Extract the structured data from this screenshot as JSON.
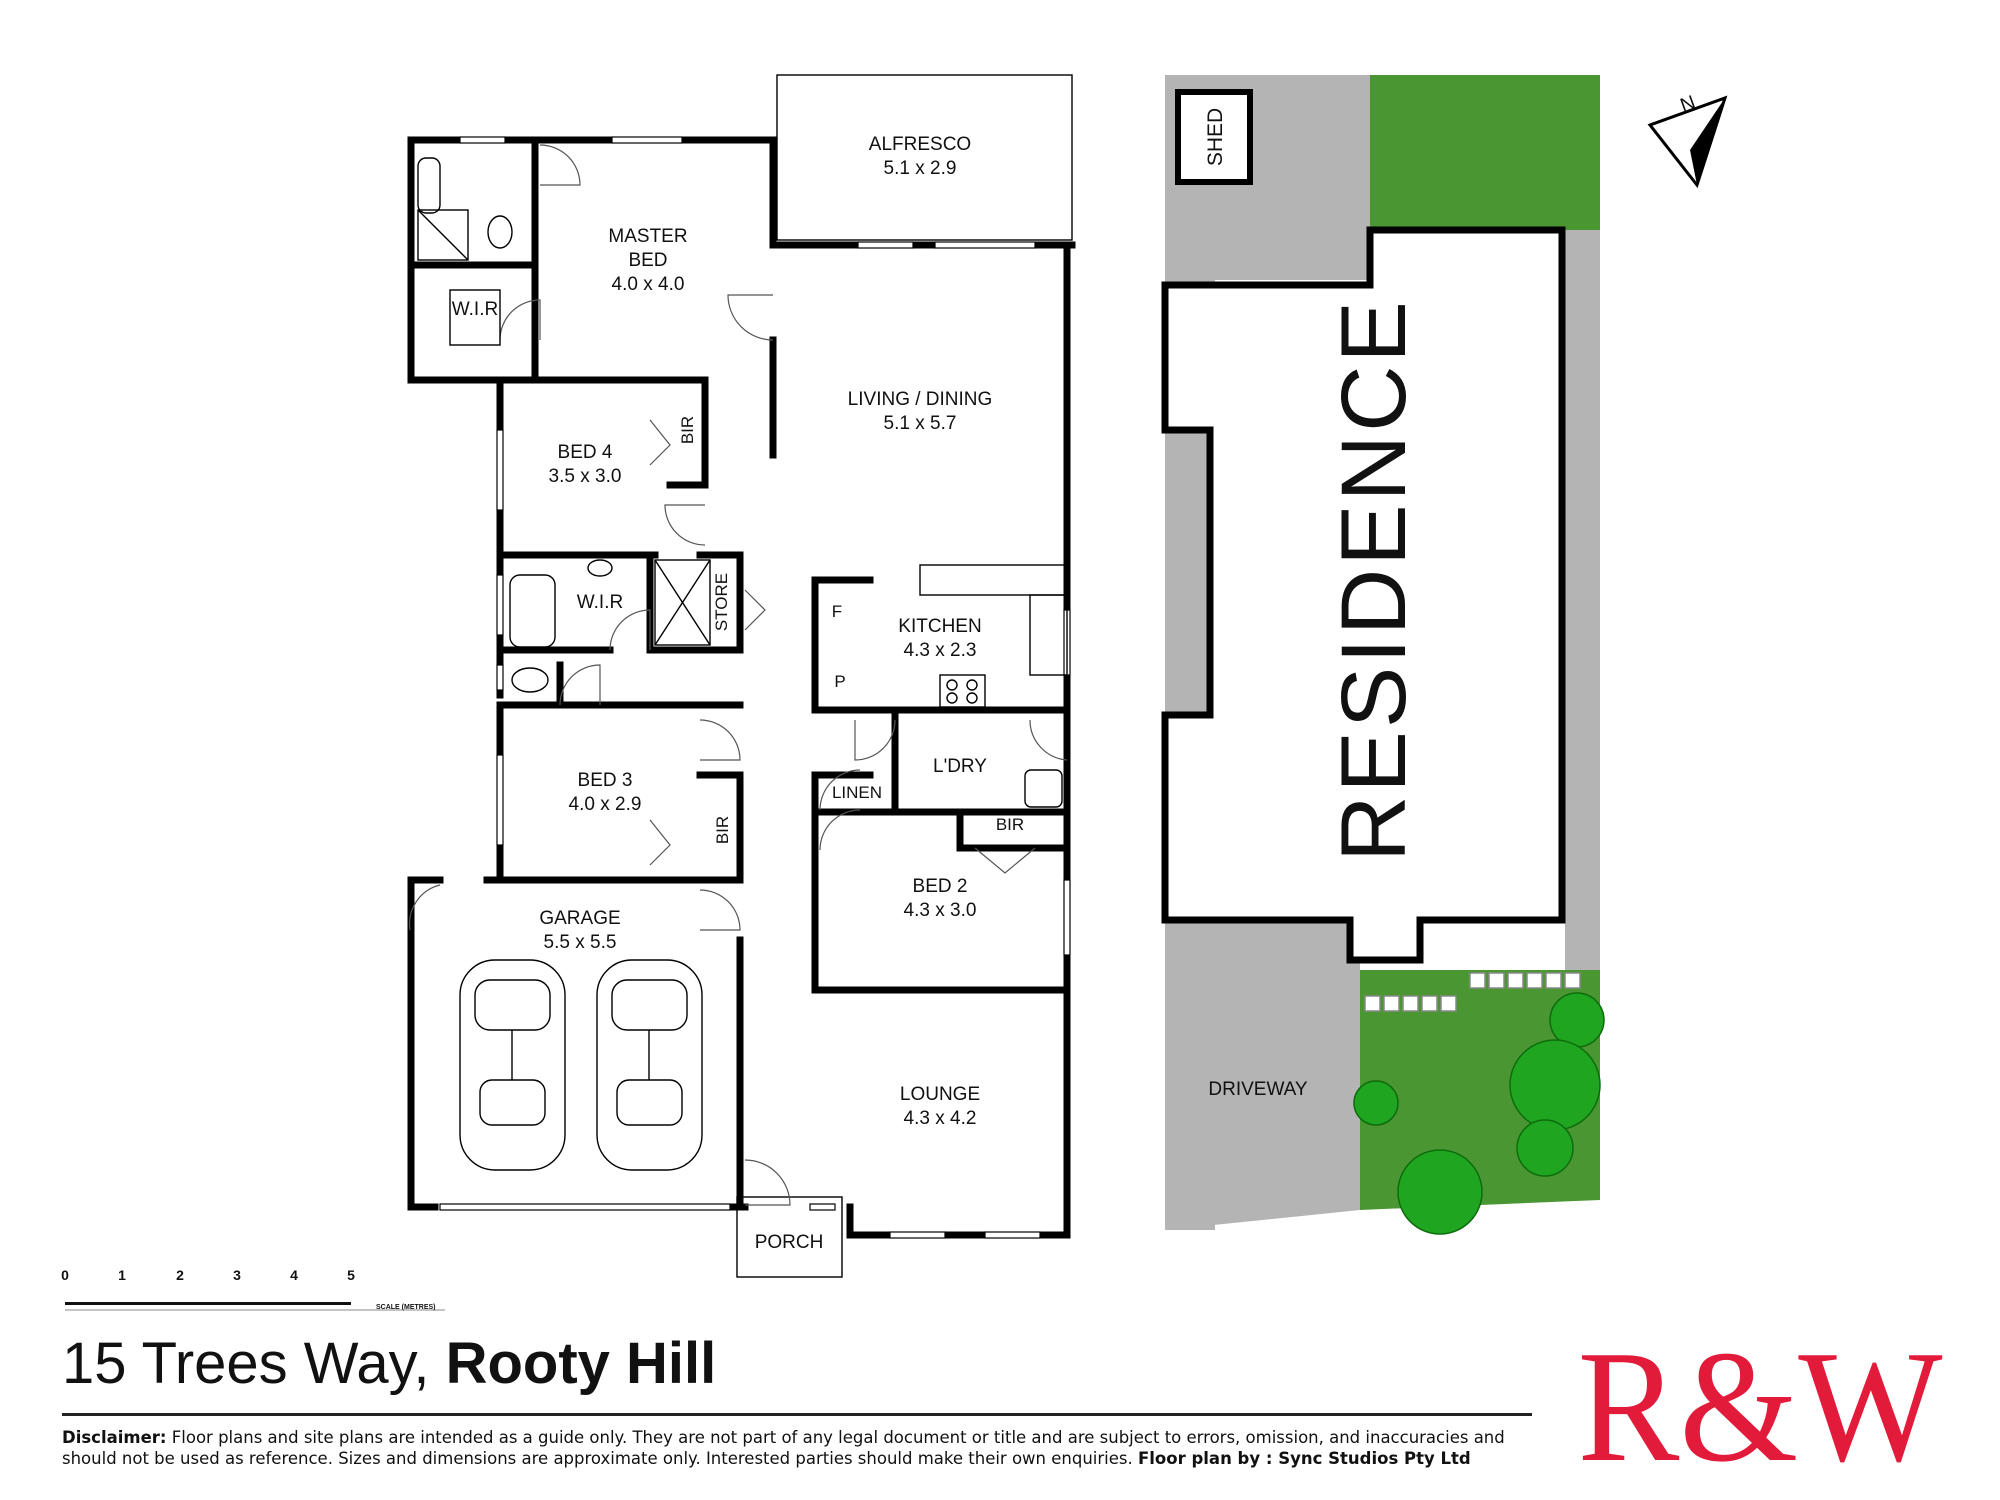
{
  "rooms": {
    "alfresco": {
      "name": "ALFRESCO",
      "size": "5.1 x 2.9"
    },
    "master_bed": {
      "name1": "MASTER",
      "name2": "BED",
      "size": "4.0 x 4.0"
    },
    "wir_master": {
      "name": "W.I.R"
    },
    "bed4": {
      "name": "BED 4",
      "size": "3.5 x 3.0"
    },
    "bir_bed4": {
      "name": "BIR"
    },
    "living": {
      "name": "LIVING / DINING",
      "size": "5.1 x 5.7"
    },
    "wir_bath": {
      "name": "W.I.R"
    },
    "store": {
      "name": "STORE"
    },
    "kitchen": {
      "name": "KITCHEN",
      "size": "4.3 x 2.3",
      "fridge": "F",
      "pantry": "P"
    },
    "laundry": {
      "name": "L'DRY"
    },
    "linen": {
      "name": "LINEN"
    },
    "bed3": {
      "name": "BED 3",
      "size": "4.0 x 2.9"
    },
    "bir_bed3": {
      "name": "BIR"
    },
    "bed2": {
      "name": "BED 2",
      "size": "4.3 x 3.0"
    },
    "bir_bed2": {
      "name": "BIR"
    },
    "garage": {
      "name": "GARAGE",
      "size": "5.5 x 5.5"
    },
    "lounge": {
      "name": "LOUNGE",
      "size": "4.3 x 4.2"
    },
    "porch": {
      "name": "PORCH"
    }
  },
  "site": {
    "shed": "SHED",
    "residence": "RESIDENCE",
    "driveway": "DRIVEWAY",
    "north": "N"
  },
  "scale": {
    "ticks": [
      "0",
      "1",
      "2",
      "3",
      "4",
      "5"
    ],
    "caption": "SCALE (METRES)"
  },
  "address": {
    "street": "15 Trees Way, ",
    "suburb": "Rooty Hill"
  },
  "disclaimer": {
    "label": "Disclaimer:",
    "text": " Floor plans and site plans are intended as a guide only. They are not part of any legal document or title and are subject to errors, omission, and inaccuracies and should not be used as reference. Sizes and dimensions are approximate only. Interested parties should make their own enquiries. ",
    "credit": "Floor plan by : Sync Studios Pty Ltd"
  },
  "logo": {
    "text": "R&W",
    "color": "#e31b3b"
  },
  "colors": {
    "lawn": "#4a9632",
    "paving": "#b4b4b4",
    "tree": "#1fa51f"
  }
}
